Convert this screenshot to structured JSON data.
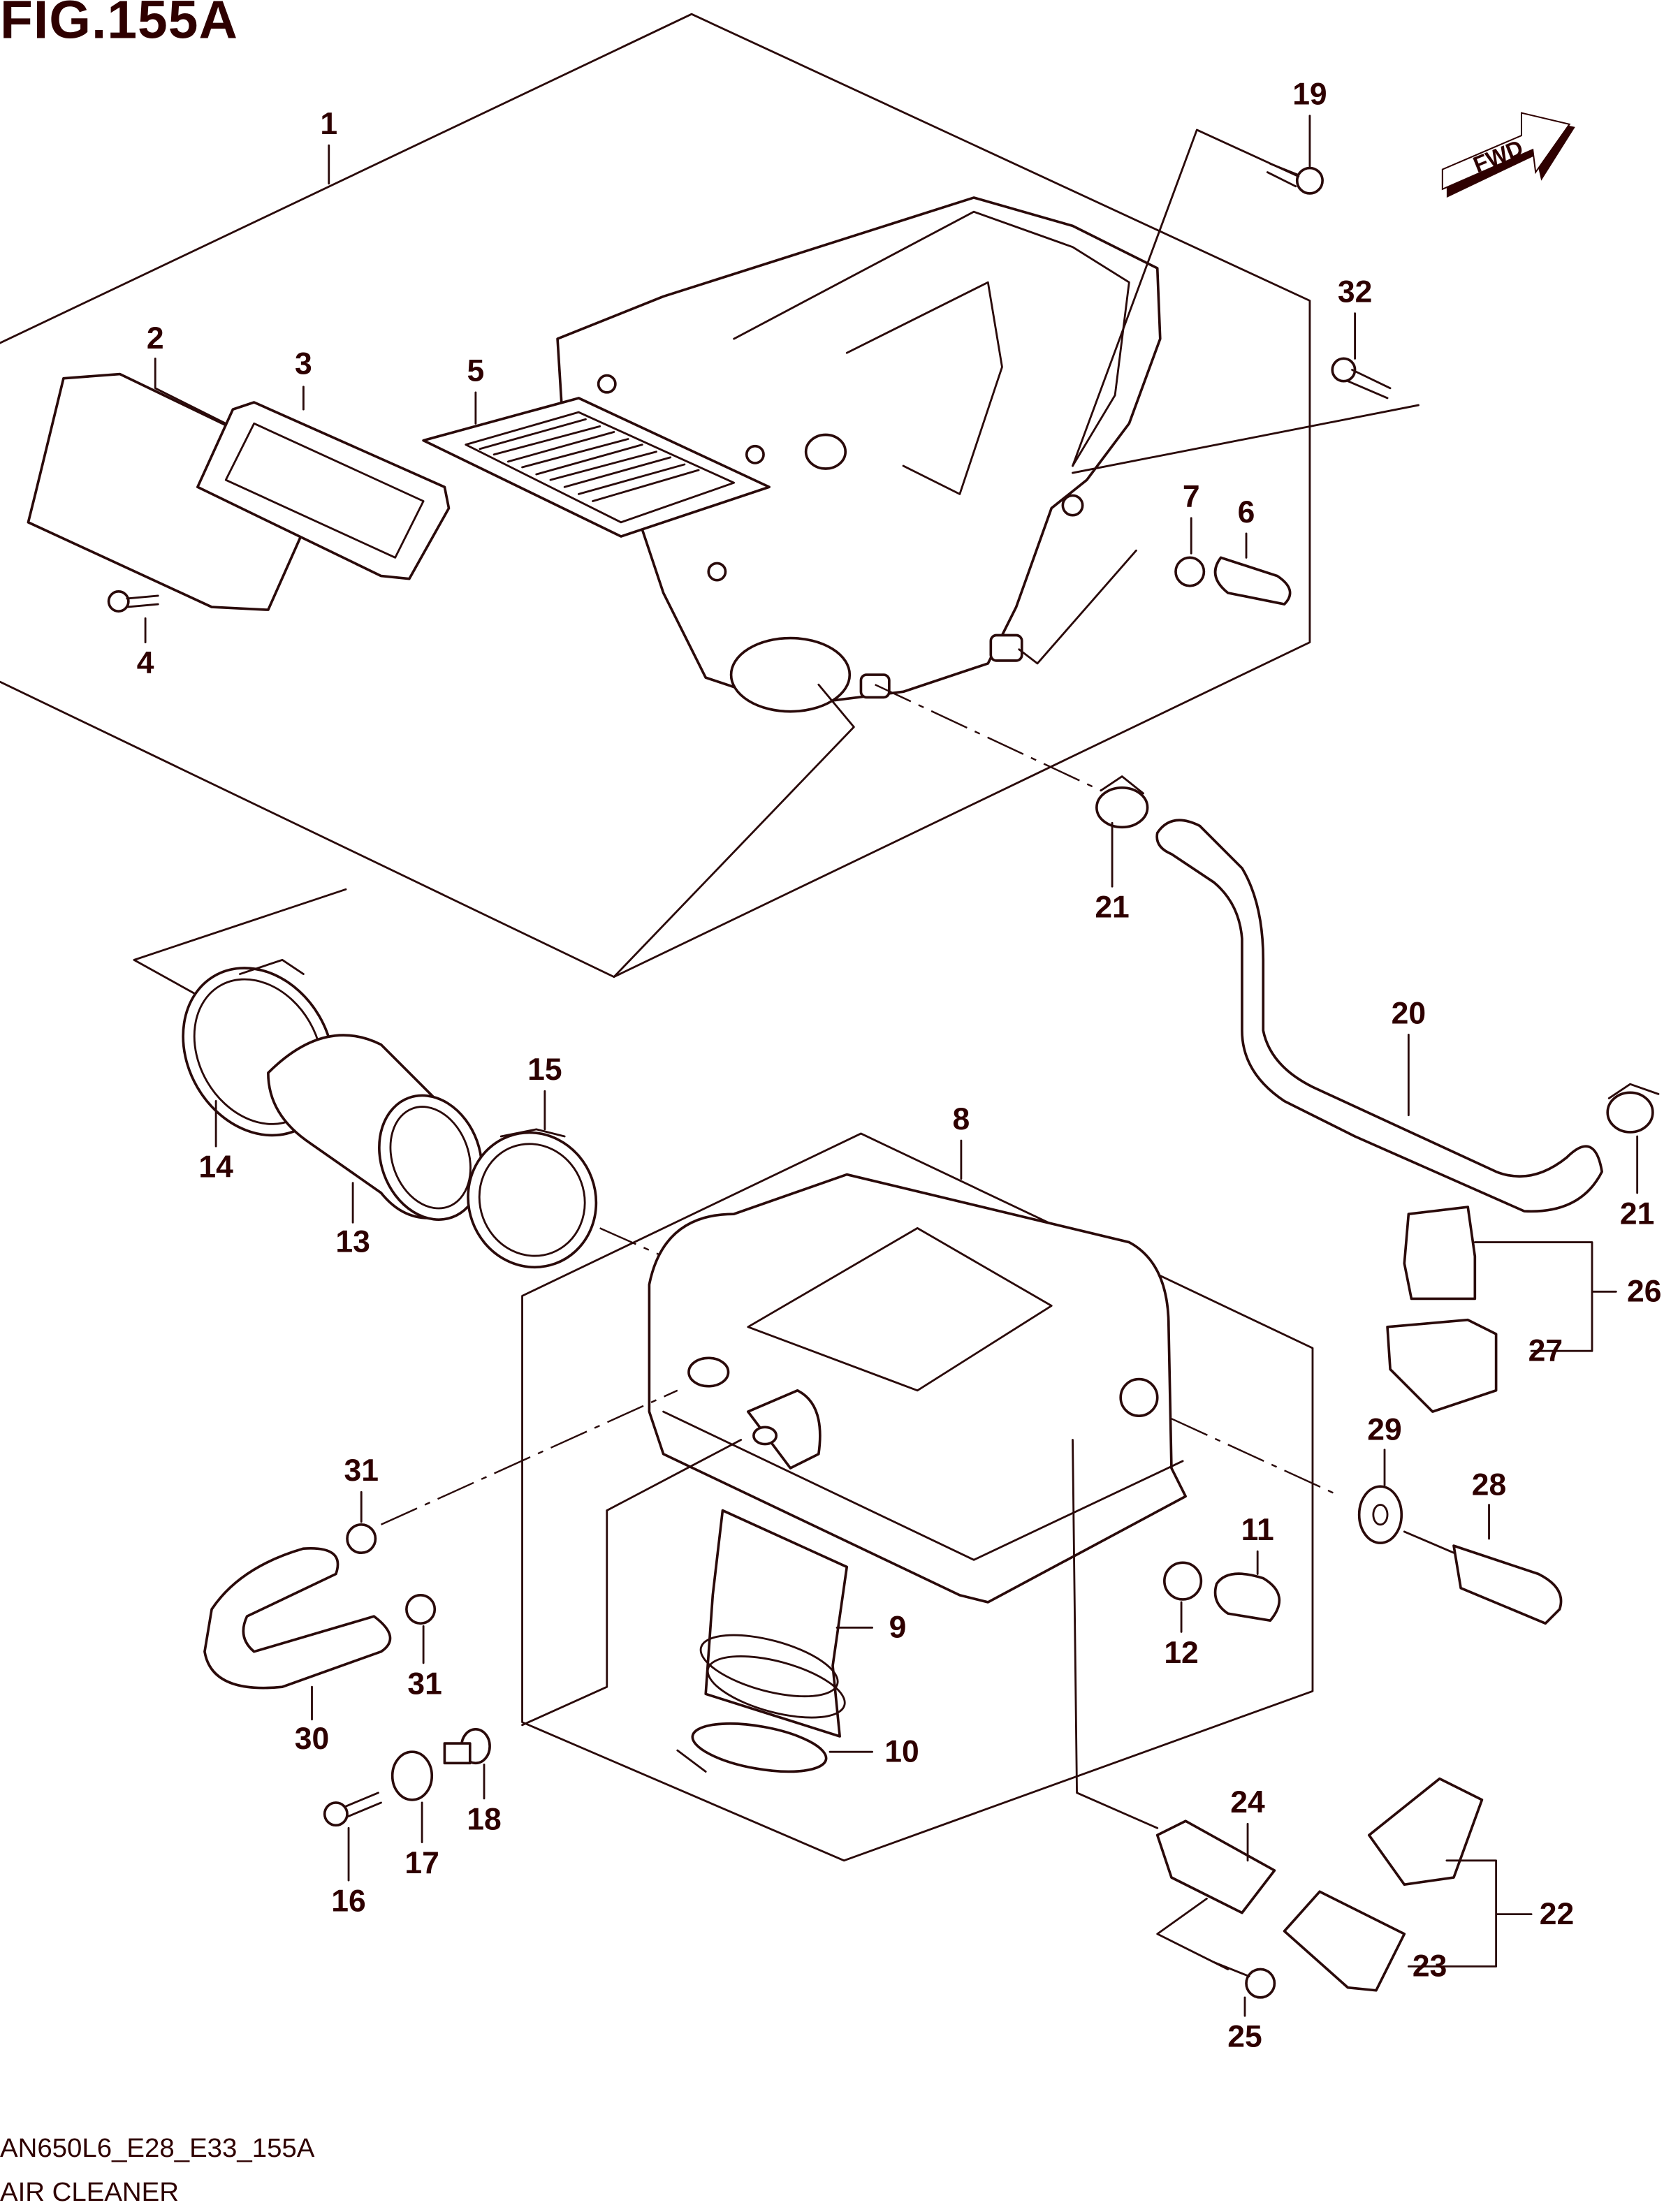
{
  "figure": {
    "title": "FIG.155A",
    "code": "AN650L6_E28_E33_155A",
    "name": "AIR CLEANER",
    "direction_marker": "FWD",
    "ink_color": "#2e0000"
  },
  "callouts": {
    "c1": "1",
    "c2": "2",
    "c3": "3",
    "c4": "4",
    "c5": "5",
    "c6": "6",
    "c7": "7",
    "c8": "8",
    "c9": "9",
    "c10": "10",
    "c11": "11",
    "c12": "12",
    "c13": "13",
    "c14": "14",
    "c15": "15",
    "c16": "16",
    "c17": "17",
    "c18": "18",
    "c19": "19",
    "c20": "20",
    "c21a": "21",
    "c21b": "21",
    "c22": "22",
    "c23": "23",
    "c24": "24",
    "c25": "25",
    "c26": "26",
    "c27": "27",
    "c28": "28",
    "c29": "29",
    "c30": "30",
    "c31a": "31",
    "c31b": "31",
    "c32": "32"
  }
}
